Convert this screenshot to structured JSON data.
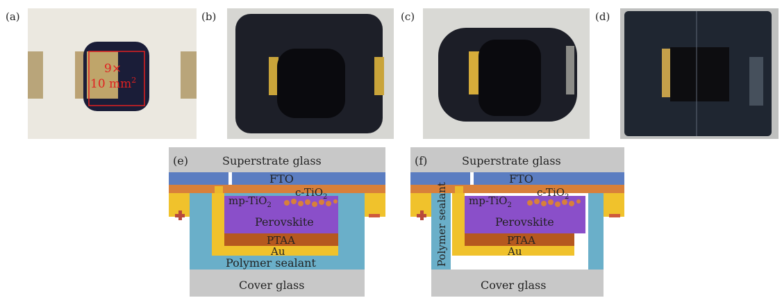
{
  "labels": {
    "a": "(a)",
    "b": "(b)",
    "c": "(c)",
    "d": "(d)",
    "e": "(e)",
    "f": "(f)"
  },
  "photo_a": {
    "area_line1": "9×",
    "area_line2": "10 mm",
    "area_sup": "2"
  },
  "diagram_e": {
    "superstrate": "Superstrate glass",
    "fto": "FTO",
    "mp_tio2": "mp-TiO",
    "mp_sub": "2",
    "c_tio2": "c-TiO",
    "c_sub": "2",
    "perovskite": "Perovskite",
    "ptaa": "PTAA",
    "au": "Au",
    "sealant": "Polymer sealant",
    "cover": "Cover glass"
  },
  "diagram_f": {
    "superstrate": "Superstrate glass",
    "fto": "FTO",
    "mp_tio2": "mp-TiO",
    "mp_sub": "2",
    "c_tio2": "c-TiO",
    "c_sub": "2",
    "perovskite": "Perovskite",
    "ptaa": "PTAA",
    "au": "Au",
    "sealant": "Polymer sealant",
    "cover": "Cover glass"
  },
  "colors": {
    "glass": "#c8c8c8",
    "fto": "#5b7dc1",
    "tio2": "#d8803a",
    "perovskite": "#8a4fc9",
    "ptaa": "#b5581f",
    "au": "#f0c22c",
    "sealant": "#6aafc9",
    "plus": "#b84a3c",
    "minus": "#cf5a3c",
    "area_box": "#e02020"
  }
}
